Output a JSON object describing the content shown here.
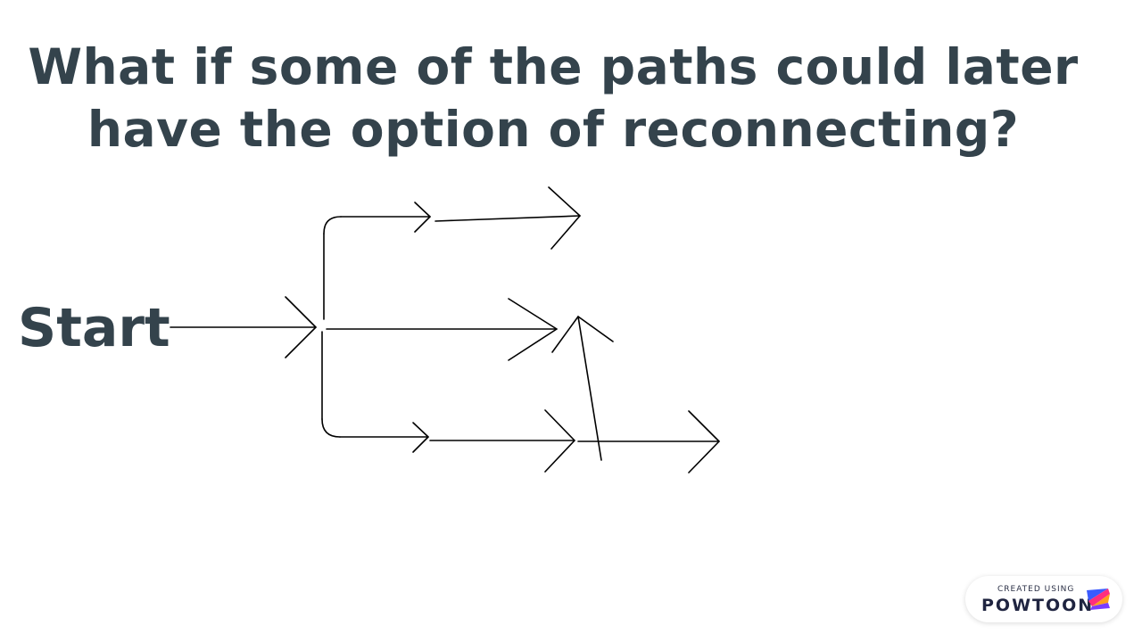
{
  "title": {
    "line1": "What if some of the paths could later",
    "line2": "have the option of reconnecting?"
  },
  "diagram": {
    "start_label": "Start"
  },
  "badge": {
    "created_using": "CREATED USING",
    "brand": "POWTOON",
    "logo_icon": "powtoon-logo-icon"
  },
  "colors": {
    "text": "#34434c",
    "stroke": "#000000",
    "logo_blue": "#3b5bff",
    "logo_orange": "#ff9e1b",
    "logo_pink": "#ff2e7e",
    "logo_purple": "#7a3cff"
  }
}
